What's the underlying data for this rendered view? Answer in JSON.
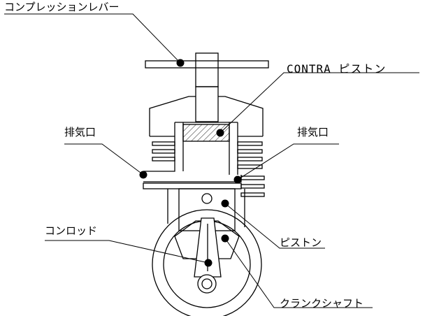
{
  "labels": {
    "compression_lever": "コンプレッションレバー",
    "contra_piston": "CONTRA ピストン",
    "exhaust_port_left": "排気口",
    "exhaust_port_right": "排気口",
    "piston": "ピストン",
    "conrod": "コンロッド",
    "crankshaft": "クランクシャフト"
  },
  "colors": {
    "line": "#000000",
    "hatch": "#000000",
    "background": "#ffffff"
  }
}
